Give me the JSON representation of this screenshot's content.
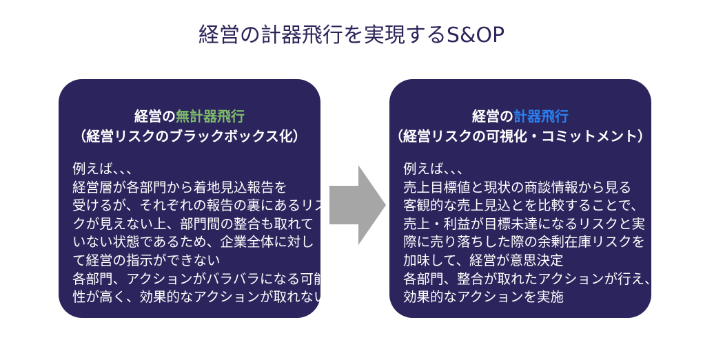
{
  "title": "経営の計器飛行を実現するS&OP",
  "colors": {
    "box_bg": "#2c245c",
    "green": "#7dbb6a",
    "blue": "#2a7ff0",
    "arrow": "#a6a6a6",
    "title": "#2c2458"
  },
  "left": {
    "head_prefix": "経営の",
    "head_highlight": "無計器飛行",
    "subhead": "（経営リスクのブラックボックス化）",
    "lines": [
      "例えば、、、",
      "経営層が各部門から着地見込報告を",
      "受けるが、それぞれの報告の裏にあるリス",
      "クが見えない上、部門間の整合も取れて",
      "いない状態であるため、企業全体に対し",
      "て経営の指示ができない",
      "各部門、アクションがバラバラになる可能",
      "性が高く、効果的なアクションが取れない"
    ]
  },
  "right": {
    "head_prefix": "経営の",
    "head_highlight": "計器飛行",
    "subhead": "（経営リスクの可視化・コミットメント）",
    "lines": [
      "例えば、、、",
      "売上目標値と現状の商談情報から見る",
      "客観的な売上見込とを比較することで、",
      "売上・利益が目標未達になるリスクと実",
      "際に売り落ちした際の余剰在庫リスクを",
      "加味して、経営が意思決定",
      "各部門、整合が取れたアクションが行え、",
      "効果的なアクションを実施"
    ]
  }
}
